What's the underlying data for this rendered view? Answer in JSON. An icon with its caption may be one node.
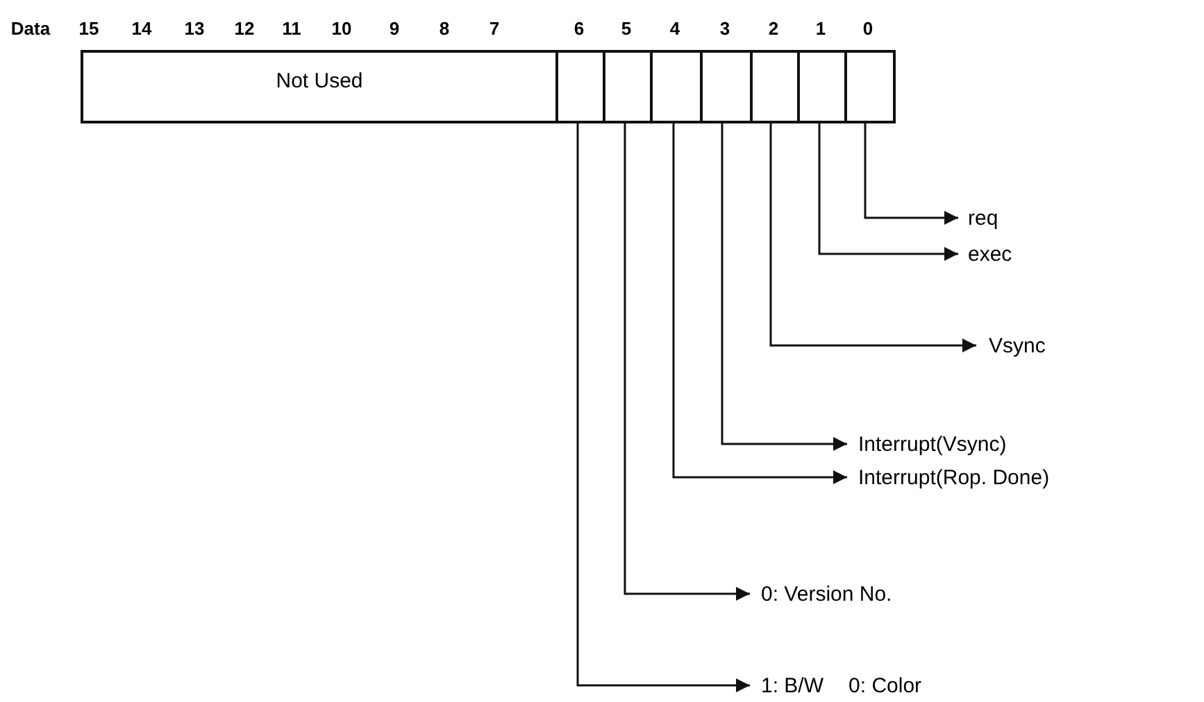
{
  "diagram": {
    "nodes": [
      {
        "text": [
          "Not Used"
        ]
      },
      {
        "text": [],
        "shape": "box"
      },
      {
        "text": [],
        "shape": "box"
      },
      {
        "text": [],
        "shape": "box"
      },
      {
        "text": [],
        "shape": "box"
      },
      {
        "text": [],
        "shape": "box"
      },
      {
        "text": [],
        "shape": "box"
      },
      {
        "text": [],
        "shape": "box"
      },
      {
        "text": [
          "req"
        ]
      },
      {
        "text": [
          "exec"
        ]
      },
      {
        "text": [
          "Vsync"
        ]
      },
      {
        "text": [
          "Interrupt(Vsync)"
        ]
      },
      {
        "text": [
          "Interrupt(Rop. Done)"
        ]
      },
      {
        "text": [
          "0: Version No."
        ]
      },
      {
        "text": [
          "1: B/W",
          "0: Color"
        ]
      }
    ],
    "edges": [
      {
        "from": 7,
        "to": 8,
        "arrow": "to"
      },
      {
        "from": 6,
        "to": 9,
        "arrow": "to"
      },
      {
        "from": 5,
        "to": 10,
        "arrow": "to"
      },
      {
        "from": 4,
        "to": 11,
        "arrow": "to"
      },
      {
        "from": 3,
        "to": 12,
        "arrow": "to"
      },
      {
        "from": 2,
        "to": 13,
        "arrow": "to"
      },
      {
        "from": 1,
        "to": 14,
        "arrow": "to"
      }
    ],
    "labels": [
      "Data",
      "15",
      "14",
      "13",
      "12",
      "11",
      "10",
      "9",
      "8",
      "7",
      "6",
      "5",
      "4",
      "3",
      "2",
      "1",
      "0"
    ]
  }
}
